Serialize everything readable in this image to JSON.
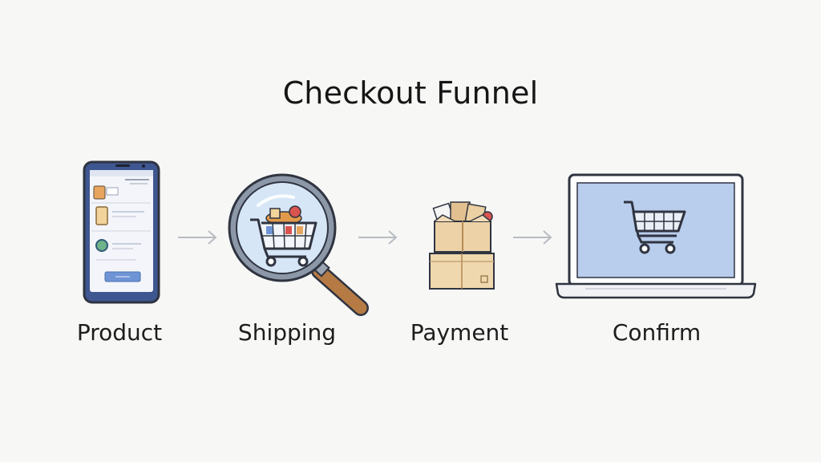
{
  "title": "Checkout Funnel",
  "steps": [
    {
      "label": "Product",
      "icon": "smartphone-icon"
    },
    {
      "label": "Shipping",
      "icon": "magnifier-cart-icon"
    },
    {
      "label": "Payment",
      "icon": "boxes-icon"
    },
    {
      "label": "Confirm",
      "icon": "laptop-cart-icon"
    }
  ],
  "colors": {
    "outline": "#3b3f4a",
    "screen_blue": "#b9cdec",
    "cardboard": "#ecd2a6",
    "handle_brown": "#b67a45",
    "arrow_gray": "#b8bcc2"
  }
}
